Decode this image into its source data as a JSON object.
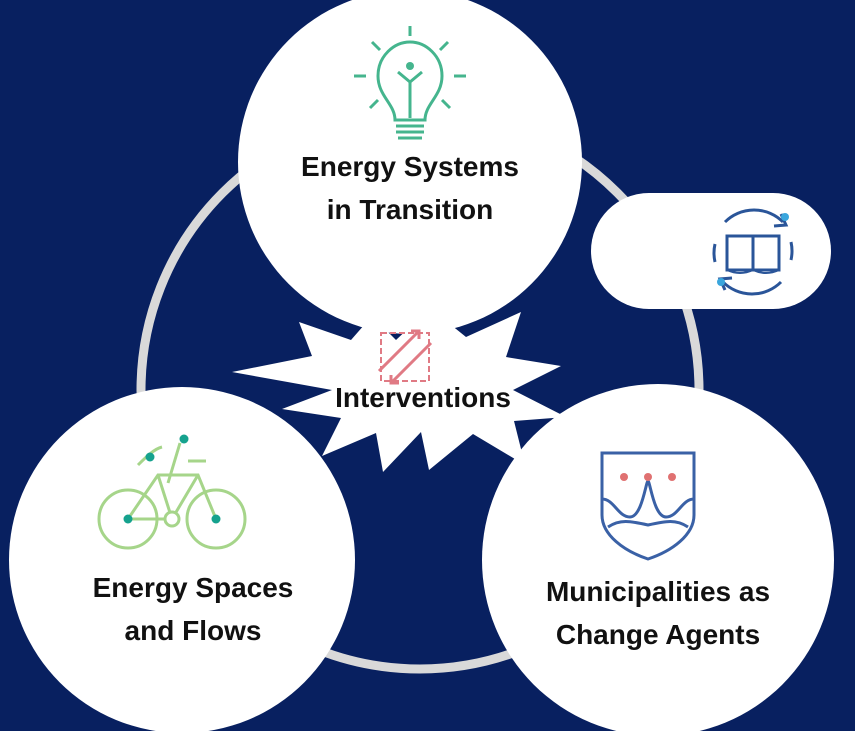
{
  "diagram": {
    "top_node": {
      "line1": "Energy Systems",
      "line2": "in Transition",
      "icon": "lightbulb-icon"
    },
    "left_node": {
      "line1": "Energy Spaces",
      "line2": "and Flows",
      "icon": "bicycle-icon"
    },
    "right_node": {
      "line1": "Municipalities as",
      "line2": "Change Agents",
      "icon": "shield-icon"
    },
    "center": {
      "label": "Interventions",
      "icon": "transition-arrows-icon"
    },
    "side_pill": {
      "icon": "book-cycle-icon"
    }
  },
  "colors": {
    "background": "#082060",
    "ring": "#d9d9d9",
    "node_fill": "#ffffff",
    "lightbulb": "#45b58e",
    "bicycle": "#a6d58a",
    "bicycle_dots": "#15a28e",
    "shield": "#3a61a6",
    "shield_dots": "#e07171",
    "arrows": "#e07a84",
    "book": "#2a5599",
    "book_dots": "#3aa6dd"
  }
}
